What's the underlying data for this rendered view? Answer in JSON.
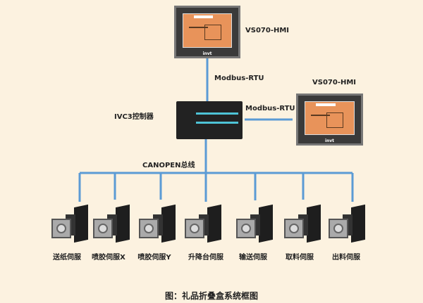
{
  "hmi_top": {
    "label": "VS070-HMI",
    "brand": "invt"
  },
  "hmi_right": {
    "label": "VS070-HMI",
    "brand": "invt"
  },
  "controller": {
    "label": "IVC3控制器"
  },
  "links": {
    "top": "Modbus-RTU",
    "right": "Modbus-RTU",
    "bus": "CANOPEN总线"
  },
  "servos": [
    "送纸伺服",
    "喷胶伺服X",
    "喷胶伺服Y",
    "升降台伺服",
    "输送伺服",
    "取料伺服",
    "出料伺服"
  ],
  "caption": "图：礼品折叠盒系统框图",
  "colors": {
    "line": "#5b9bd5",
    "background": "#fcf2e0",
    "screen": "#e8935a"
  }
}
